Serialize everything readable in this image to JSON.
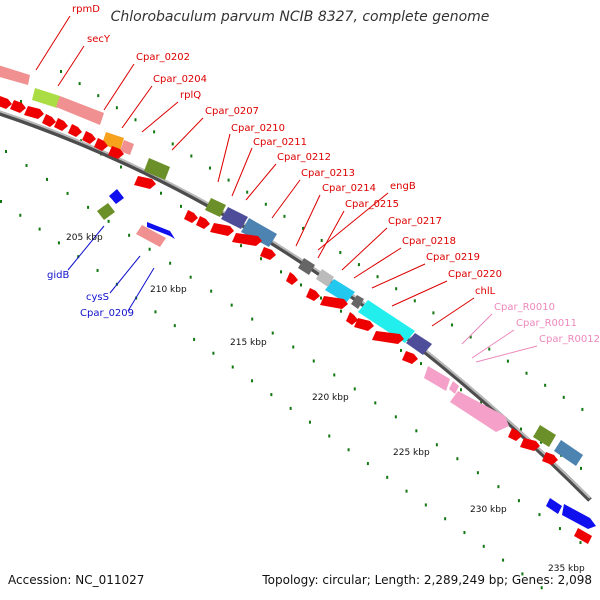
{
  "title": "Chlorobaculum parvum NCIB 8327, complete genome",
  "footer": {
    "accession": "Accession: NC_011027",
    "summary": "Topology: circular; Length: 2,289,249 bp; Genes: 2,098"
  },
  "ticks": [
    "205 kbp",
    "210 kbp",
    "215 kbp",
    "220 kbp",
    "225 kbp",
    "230 kbp",
    "235 kbp"
  ],
  "labels": {
    "forward": [
      "rpmD",
      "secY",
      "Cpar_0202",
      "Cpar_0204",
      "rplQ",
      "Cpar_0207",
      "Cpar_0210",
      "Cpar_0211",
      "Cpar_0212",
      "Cpar_0213",
      "Cpar_0214",
      "engB",
      "Cpar_0215",
      "Cpar_0217",
      "Cpar_0218",
      "Cpar_0219",
      "Cpar_0220",
      "chlL"
    ],
    "rna": [
      "Cpar_R0010",
      "Cpar_R0011",
      "Cpar_R0012"
    ],
    "reverse": [
      "gidB",
      "cysS",
      "Cpar_0209"
    ]
  },
  "colors": {
    "cds": "#ee0000",
    "rrna": "#f4a0c8",
    "reverse": "#1010ee",
    "backbone": "#888888",
    "tick": "#117711",
    "label_forward": "#dd0000",
    "label_rna": "#ee88bb",
    "label_reverse": "#1010cc"
  }
}
